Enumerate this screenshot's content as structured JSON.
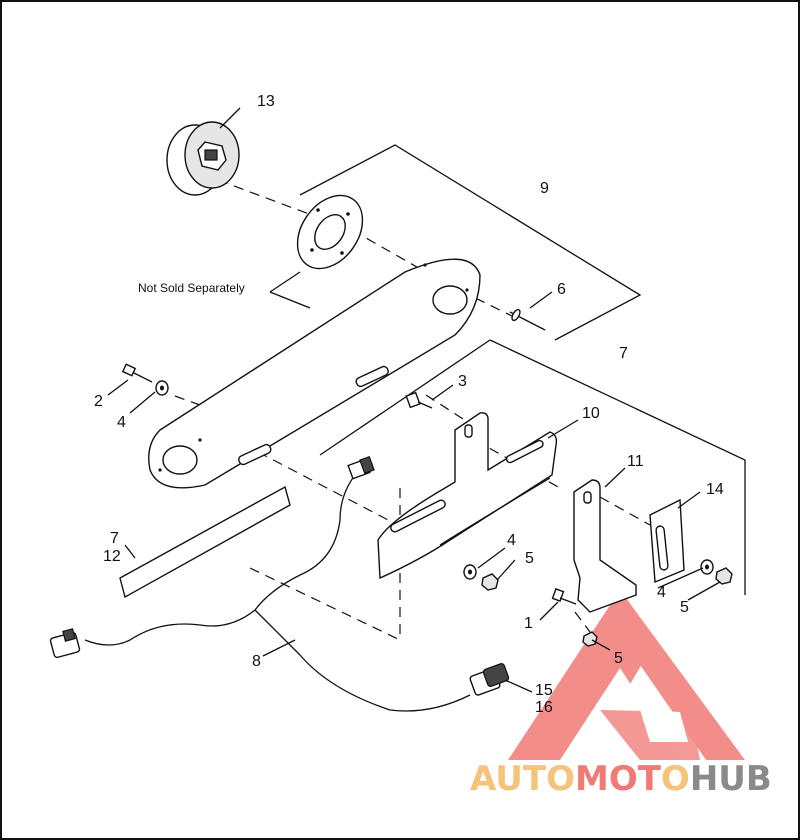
{
  "diagram": {
    "note": "Not Sold Separately",
    "callouts": [
      "13",
      "9",
      "6",
      "7",
      "2",
      "4",
      "3",
      "10",
      "11",
      "14",
      "7",
      "12",
      "4",
      "5",
      "1",
      "4",
      "5",
      "5",
      "8",
      "15",
      "16"
    ]
  },
  "watermark": {
    "brand_a": "AUTOMOTO",
    "brand_b": "HUB",
    "colors": {
      "primary": "#f07a75",
      "secondary": "#f6c37a",
      "tertiary": "#8a8a8a"
    }
  }
}
